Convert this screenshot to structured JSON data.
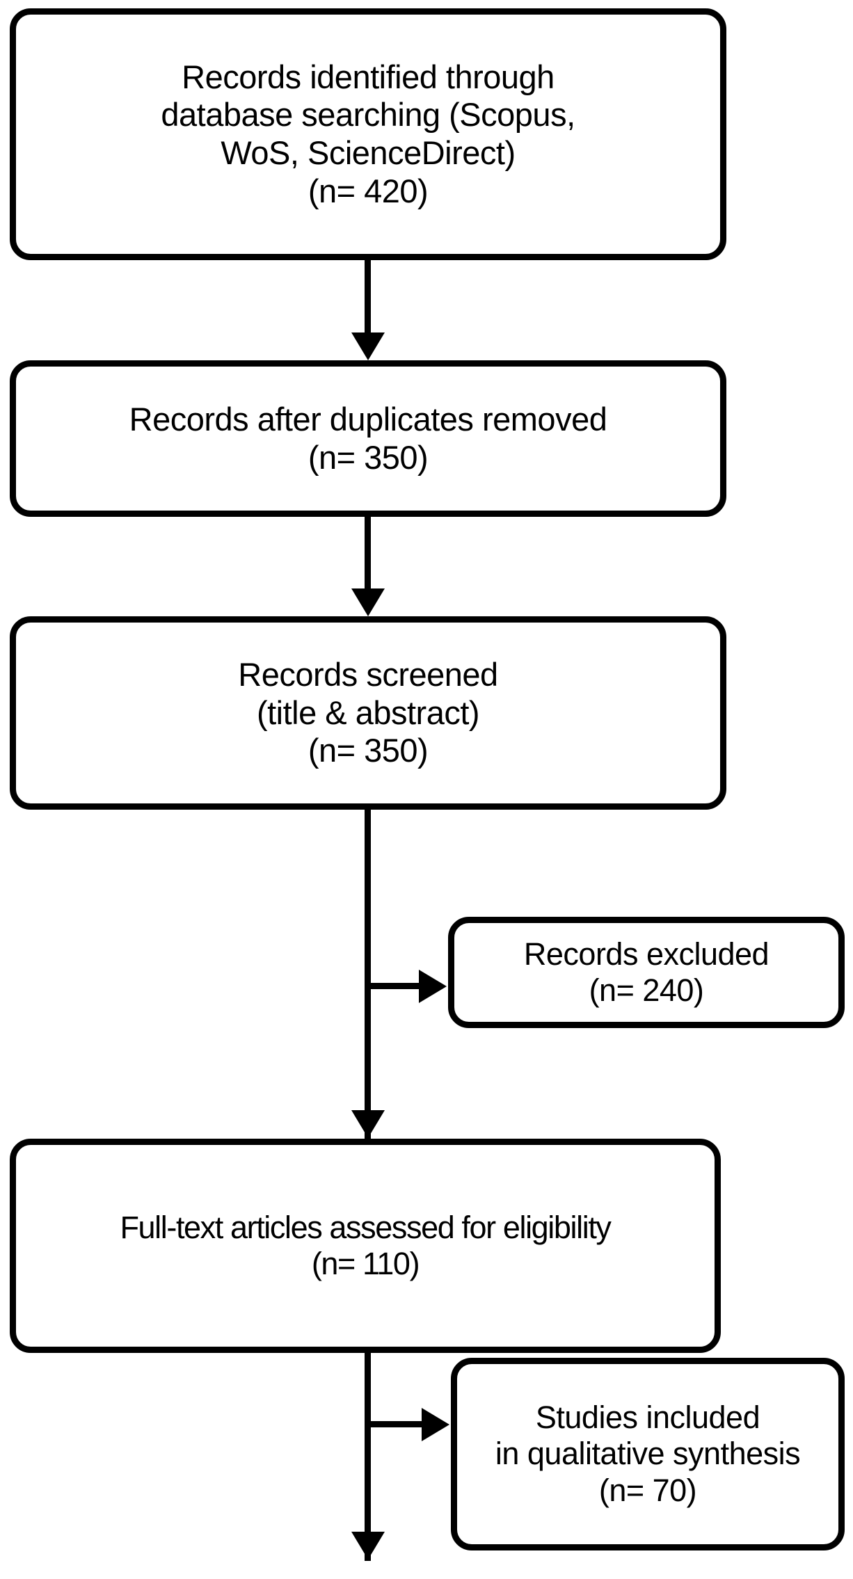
{
  "diagram": {
    "type": "prisma-flow-diagram",
    "title": "PRISMA study selection flow diagram",
    "colors": {
      "stroke": "#000000",
      "fill": "#ffffff",
      "text": "#000000"
    },
    "nodes": [
      {
        "id": "identified",
        "label": "Records identified through\ndatabase searching (Scopus,\nWoS, ScienceDirect)\n(n= 420)",
        "stage": "identification",
        "count": 420,
        "sources": [
          "Scopus",
          "WoS",
          "ScienceDirect"
        ]
      },
      {
        "id": "duplicates",
        "label": "Records after duplicates removed\n(n= 350)",
        "stage": "identification",
        "count": 350
      },
      {
        "id": "screened",
        "label": "Records screened\n(title & abstract)\n(n= 350)",
        "stage": "screening",
        "count": 350
      },
      {
        "id": "excluded",
        "label": "Records excluded\n(n= 240)",
        "stage": "screening",
        "count": 240
      },
      {
        "id": "fulltext",
        "label": "Full-text articles assessed for eligibility\n(n= 110)",
        "stage": "eligibility",
        "count": 110
      },
      {
        "id": "included",
        "label": "Studies included\nin qualitative synthesis\n(n= 70)",
        "stage": "included",
        "count": 70
      }
    ],
    "connectors": [
      {
        "id": "identified-to-duplicates",
        "from": "identified",
        "to": "duplicates",
        "direction": "down"
      },
      {
        "id": "duplicates-to-screened",
        "from": "duplicates",
        "to": "screened",
        "direction": "down"
      },
      {
        "id": "screened-to-fulltext",
        "from": "screened",
        "to": "fulltext",
        "direction": "down"
      },
      {
        "id": "screened-to-excluded",
        "from": "screened",
        "to": "excluded",
        "direction": "right"
      },
      {
        "id": "fulltext-to-bottom",
        "from": "fulltext",
        "to": "",
        "direction": "down"
      },
      {
        "id": "fulltext-to-included",
        "from": "fulltext",
        "to": "included",
        "direction": "right"
      }
    ]
  }
}
